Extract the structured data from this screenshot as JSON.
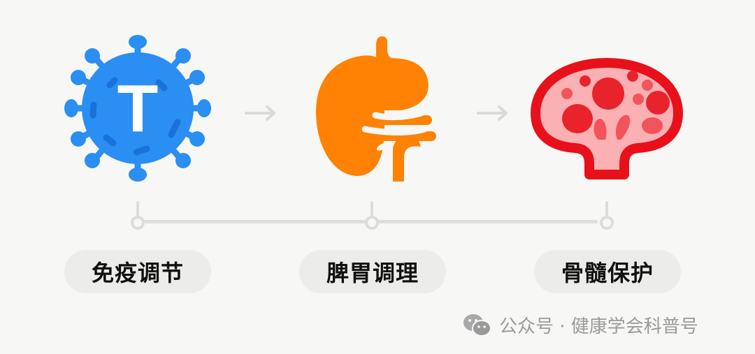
{
  "diagram": {
    "steps": [
      {
        "label": "免疫调节",
        "icon": "t-cell-virus-icon",
        "color": "#2a8ef2"
      },
      {
        "label": "脾胃调理",
        "icon": "stomach-spleen-icon",
        "color": "#ff8204"
      },
      {
        "label": "骨髓保护",
        "icon": "bone-marrow-icon",
        "color": "#e8101a"
      }
    ],
    "icon_letter": "T",
    "arrows": [
      "→",
      "→"
    ]
  },
  "footer": {
    "text": "公众号 · 健康学会科普号",
    "icon": "wechat-icon"
  }
}
